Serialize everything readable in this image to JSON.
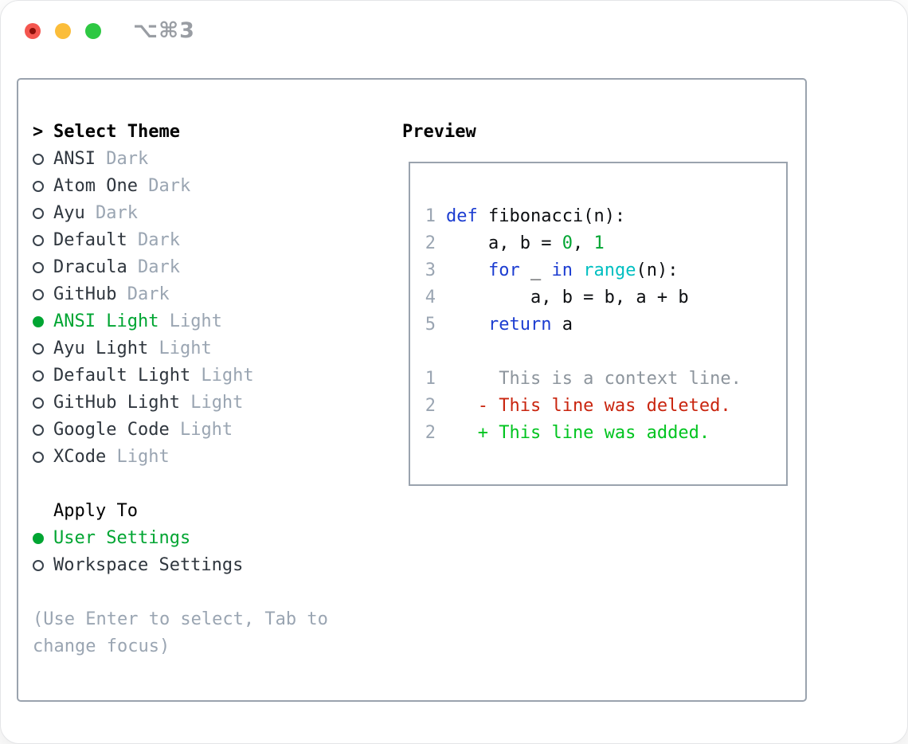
{
  "titlebar": {
    "shortcut": "⌥⌘3",
    "traffic_lights": {
      "close": "#f4564f",
      "close_dot": "#8c0e08",
      "minimize": "#fbbd3a",
      "zoom": "#2ec843"
    }
  },
  "colors": {
    "ink": "#0d0f12",
    "name": "#2f363e",
    "muted": "#9aa5b2",
    "context": "#8d959d",
    "accent_green": "#00a532",
    "added_green": "#00c41f",
    "deleted_red": "#c9250f",
    "keyword_blue": "#1c3dd1",
    "builtin_cyan": "#00bfc1",
    "border": "#9aa3ae"
  },
  "theme_picker": {
    "cursor": ">",
    "title": "Select Theme",
    "items": [
      {
        "name": "ANSI",
        "variant": "Dark",
        "selected": false
      },
      {
        "name": "Atom One",
        "variant": "Dark",
        "selected": false
      },
      {
        "name": "Ayu",
        "variant": "Dark",
        "selected": false
      },
      {
        "name": "Default",
        "variant": "Dark",
        "selected": false
      },
      {
        "name": "Dracula",
        "variant": "Dark",
        "selected": false
      },
      {
        "name": "GitHub",
        "variant": "Dark",
        "selected": false
      },
      {
        "name": "ANSI Light",
        "variant": "Light",
        "selected": true
      },
      {
        "name": "Ayu Light",
        "variant": "Light",
        "selected": false
      },
      {
        "name": "Default Light",
        "variant": "Light",
        "selected": false
      },
      {
        "name": "GitHub Light",
        "variant": "Light",
        "selected": false
      },
      {
        "name": "Google Code",
        "variant": "Light",
        "selected": false
      },
      {
        "name": "XCode",
        "variant": "Light",
        "selected": false
      }
    ]
  },
  "apply_to": {
    "title": "Apply To",
    "options": [
      {
        "label": "User Settings",
        "selected": true
      },
      {
        "label": "Workspace Settings",
        "selected": false
      }
    ]
  },
  "hint": "(Use Enter to select, Tab to change focus)",
  "preview": {
    "title": "Preview",
    "code_lines": [
      {
        "num": "1",
        "tokens": [
          {
            "t": "def",
            "c": "keyword_blue"
          },
          {
            "t": " fibonacci(n):",
            "c": "ink"
          }
        ]
      },
      {
        "num": "2",
        "tokens": [
          {
            "t": "    a, b = ",
            "c": "ink"
          },
          {
            "t": "0",
            "c": "accent_green"
          },
          {
            "t": ", ",
            "c": "ink"
          },
          {
            "t": "1",
            "c": "accent_green"
          }
        ]
      },
      {
        "num": "3",
        "tokens": [
          {
            "t": "    ",
            "c": "ink"
          },
          {
            "t": "for",
            "c": "keyword_blue"
          },
          {
            "t": " _ ",
            "c": "ink"
          },
          {
            "t": "in",
            "c": "keyword_blue"
          },
          {
            "t": " ",
            "c": "ink"
          },
          {
            "t": "range",
            "c": "builtin_cyan"
          },
          {
            "t": "(n):",
            "c": "ink"
          }
        ]
      },
      {
        "num": "4",
        "tokens": [
          {
            "t": "        a, b = b, a + b",
            "c": "ink"
          }
        ]
      },
      {
        "num": "5",
        "tokens": [
          {
            "t": "    ",
            "c": "ink"
          },
          {
            "t": "return",
            "c": "keyword_blue"
          },
          {
            "t": " a",
            "c": "ink"
          }
        ]
      }
    ],
    "diff_lines": [
      {
        "num": "1",
        "tokens": [
          {
            "t": "     This is a context line.",
            "c": "context"
          }
        ]
      },
      {
        "num": "2",
        "tokens": [
          {
            "t": "   - This line was deleted.",
            "c": "deleted_red"
          }
        ]
      },
      {
        "num": "2",
        "tokens": [
          {
            "t": "   + This line was added.",
            "c": "added_green"
          }
        ]
      }
    ]
  }
}
